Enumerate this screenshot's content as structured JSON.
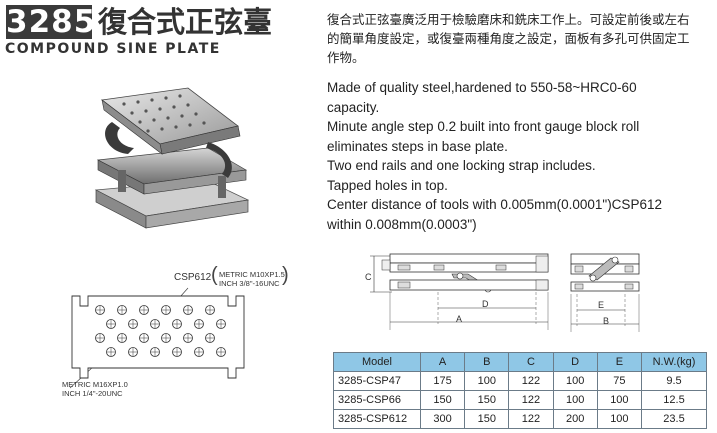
{
  "header": {
    "model_number": "3285",
    "title_zh": "復合式正弦臺",
    "title_en": "COMPOUND SINE PLATE"
  },
  "description": {
    "zh_line1": "復合式正弦臺廣泛用于檢驗磨床和銑床工作上。可設定前後或左右",
    "zh_line2": "的簡單角度設定，或復臺兩種角度之設定，面板有多孔可供固定工",
    "zh_line3": "作物。",
    "en_lines": [
      "Made of quality steel,hardened to 550-58~HRC0-60",
      "capacity.",
      "Minute angle step 0.2 built into front gauge block roll",
      "eliminates steps in base plate.",
      "Two end rails and one locking strap includes.",
      "Tapped holes in top.",
      "Center distance of tools with 0.005mm(0.0001\")CSP612",
      "within 0.008mm(0.0003\")"
    ]
  },
  "top_view": {
    "label_model": "CSP612",
    "label_metric": "METRIC M10XP1.5",
    "label_inch": "INCH 3/8\"-16UNC",
    "label_bottom_metric": "METRIC M16XP1.0",
    "label_bottom_inch": "INCH 1/4\"-20UNC"
  },
  "side_drawing": {
    "label_c": "C",
    "label_d": "D",
    "label_a": "A",
    "label_e": "E",
    "label_b": "B"
  },
  "spec_table": {
    "headers": [
      "Model",
      "A",
      "B",
      "C",
      "D",
      "E",
      "N.W.(kg)"
    ],
    "rows": [
      [
        "3285-CSP47",
        "175",
        "100",
        "122",
        "100",
        "75",
        "9.5"
      ],
      [
        "3285-CSP66",
        "150",
        "150",
        "122",
        "100",
        "100",
        "12.5"
      ],
      [
        "3285-CSP612",
        "300",
        "150",
        "122",
        "200",
        "100",
        "23.5"
      ]
    ]
  }
}
